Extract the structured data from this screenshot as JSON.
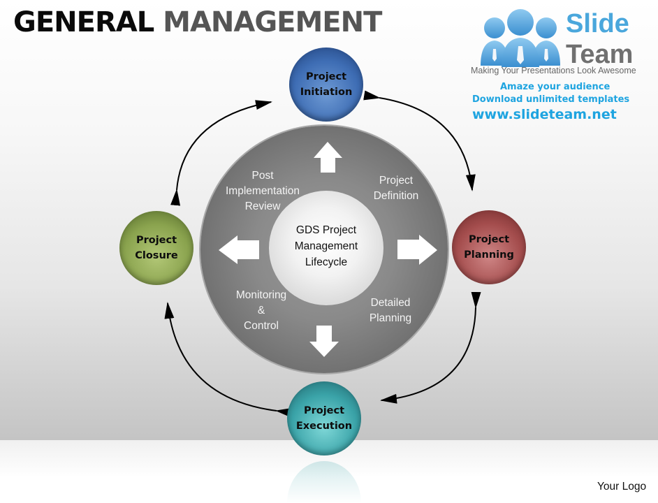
{
  "title": {
    "part1": "GENERAL",
    "part2": "MANAGEMENT"
  },
  "logo": {
    "icon": "people-group-icon",
    "word1": "Slide",
    "word2": "Team",
    "tagline": "Making Your Presentations Look Awesome",
    "line1": "Amaze your audience",
    "line2": "Download unlimited templates",
    "url": "www.slideteam.net",
    "colors": {
      "brand_blue": "#1ea4e0",
      "brand_gray": "#707070"
    }
  },
  "diagram": {
    "center_label": [
      "GDS Project",
      "Management",
      "Lifecycle"
    ],
    "ring_labels": {
      "top_left": [
        "Post",
        "Implementation",
        "Review"
      ],
      "top_right": [
        "Project",
        "Definition"
      ],
      "bottom_left": [
        "Monitoring",
        "&",
        "Control"
      ],
      "bottom_right": [
        "Detailed",
        "Planning"
      ]
    },
    "inner_arrows": [
      "arrow-up-icon",
      "arrow-right-icon",
      "arrow-down-icon",
      "arrow-left-icon"
    ],
    "phases": [
      {
        "id": "initiation",
        "lines": [
          "Project",
          "Initiation"
        ],
        "color": "#3e6db4",
        "position": "top"
      },
      {
        "id": "planning",
        "lines": [
          "Project",
          "Planning"
        ],
        "color": "#a44d4d",
        "position": "right"
      },
      {
        "id": "execution",
        "lines": [
          "Project",
          "Execution"
        ],
        "color": "#3aa3a8",
        "position": "bottom"
      },
      {
        "id": "closure",
        "lines": [
          "Project",
          "Closure"
        ],
        "color": "#8aa34e",
        "position": "left"
      }
    ],
    "connectors": [
      {
        "from": "initiation",
        "to": "planning",
        "type": "double-arrow-arc"
      },
      {
        "from": "planning",
        "to": "execution",
        "type": "double-arrow-arc"
      },
      {
        "from": "execution",
        "to": "closure",
        "type": "double-arrow-arc"
      },
      {
        "from": "closure",
        "to": "initiation",
        "type": "double-arrow-arc"
      }
    ]
  },
  "footer": {
    "logo_placeholder": "Your Logo"
  }
}
